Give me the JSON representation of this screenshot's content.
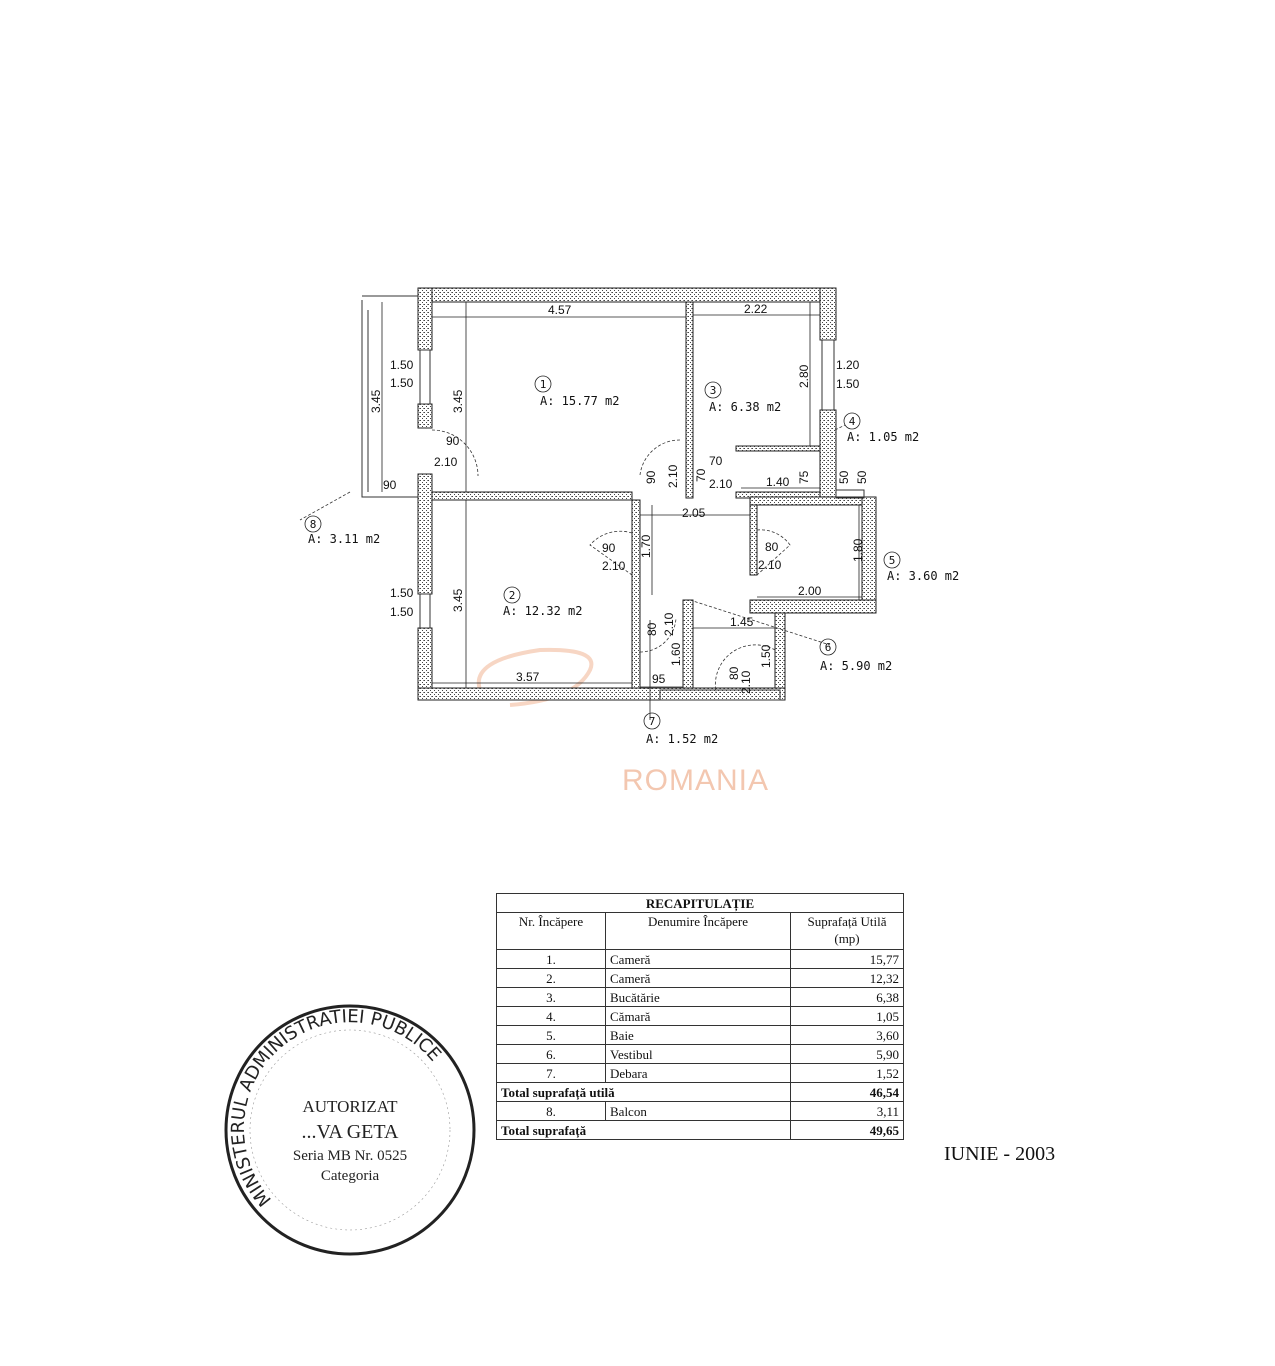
{
  "plan": {
    "rooms": [
      {
        "no": "1",
        "area": "A: 15.77 m2"
      },
      {
        "no": "2",
        "area": "A: 12.32 m2"
      },
      {
        "no": "3",
        "area": "A: 6.38 m2"
      },
      {
        "no": "4",
        "area": "A: 1.05 m2"
      },
      {
        "no": "5",
        "area": "A: 3.60 m2"
      },
      {
        "no": "6",
        "area": "A: 5.90 m2"
      },
      {
        "no": "7",
        "area": "A: 1.52 m2"
      },
      {
        "no": "8",
        "area": "A: 3.11 m2"
      }
    ],
    "dims": [
      "4.57",
      "2.22",
      "1.50",
      "1.50",
      "3.45",
      "3.45",
      "90",
      "2.10",
      "90",
      "1.20",
      "1.50",
      "2.80",
      "90",
      "2.10",
      "70",
      "2.10",
      "70",
      "1.40",
      "75",
      "50",
      "50",
      "2.05",
      "90",
      "2.10",
      "1.70",
      "80",
      "2.10",
      "1.80",
      "2.00",
      "1.50",
      "1.50",
      "3.45",
      "80",
      "2.10",
      "1.60",
      "1.45",
      "1.50",
      "80",
      "2.10",
      "95",
      "3.57"
    ],
    "watermark": "ROMANIA",
    "watermark_color": "#f3c7b0"
  },
  "table": {
    "title": "RECAPITULAȚIE",
    "headers": [
      "Nr. Încăpere",
      "Denumire Încăpere",
      "Suprafață Utilă (mp)"
    ],
    "rows": [
      {
        "nr": "1.",
        "name": "Cameră",
        "area": "15,77"
      },
      {
        "nr": "2.",
        "name": "Cameră",
        "area": "12,32"
      },
      {
        "nr": "3.",
        "name": "Bucătărie",
        "area": "6,38"
      },
      {
        "nr": "4.",
        "name": "Cămară",
        "area": "1,05"
      },
      {
        "nr": "5.",
        "name": "Baie",
        "area": "3,60"
      },
      {
        "nr": "6.",
        "name": "Vestibul",
        "area": "5,90"
      },
      {
        "nr": "7.",
        "name": "Debara",
        "area": "1,52"
      }
    ],
    "total_useful_label": "Total suprafață utilă",
    "total_useful": "46,54",
    "balcony": {
      "nr": "8.",
      "name": "Balcon",
      "area": "3,11"
    },
    "total_label": "Total suprafață",
    "total": "49,65"
  },
  "date": "IUNIE - 2003",
  "stamp": {
    "ring": "MINISTERUL ADMINISTRATIEI PUBLICE",
    "line1": "AUTORIZAT",
    "line2": "...VA GETA",
    "line3": "Seria MB Nr. 0525",
    "line4": "Categoria"
  }
}
